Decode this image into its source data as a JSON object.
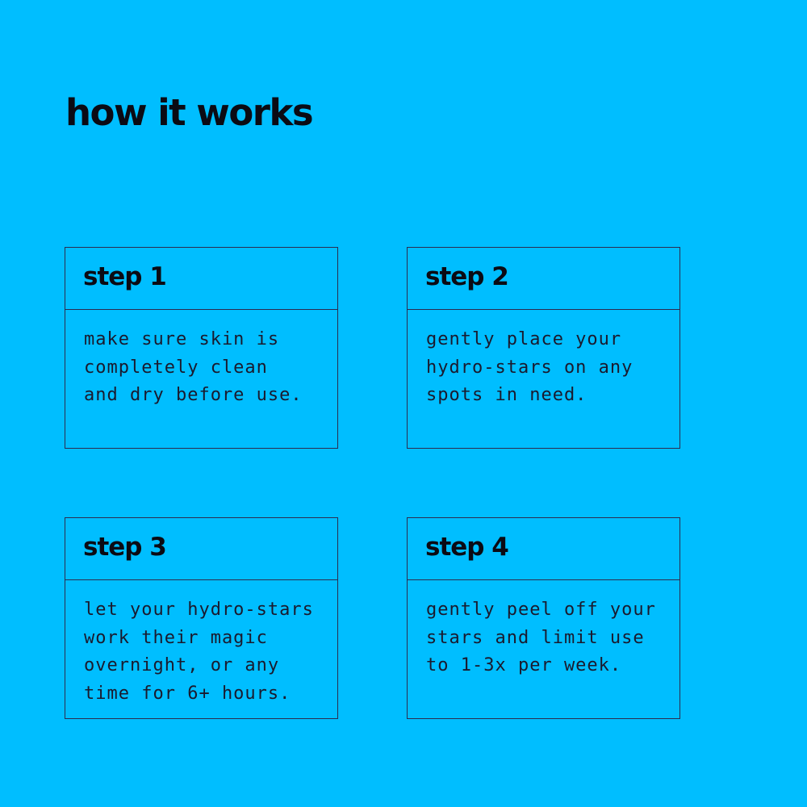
{
  "page": {
    "title": "how it works",
    "background_color": "#00BEFF",
    "text_color": "#0b0b14",
    "border_color": "#2c2c50"
  },
  "steps": [
    {
      "title": "step 1",
      "text": "make sure skin is\ncompletely clean\nand dry before use."
    },
    {
      "title": "step 2",
      "text": "gently place your\nhydro-stars on any\nspots in need."
    },
    {
      "title": "step 3",
      "text": "let your hydro-stars\nwork their magic\novernight, or any\ntime for 6+ hours."
    },
    {
      "title": "step 4",
      "text": "gently peel off your\nstars and limit use\nto 1-3x per week."
    }
  ]
}
